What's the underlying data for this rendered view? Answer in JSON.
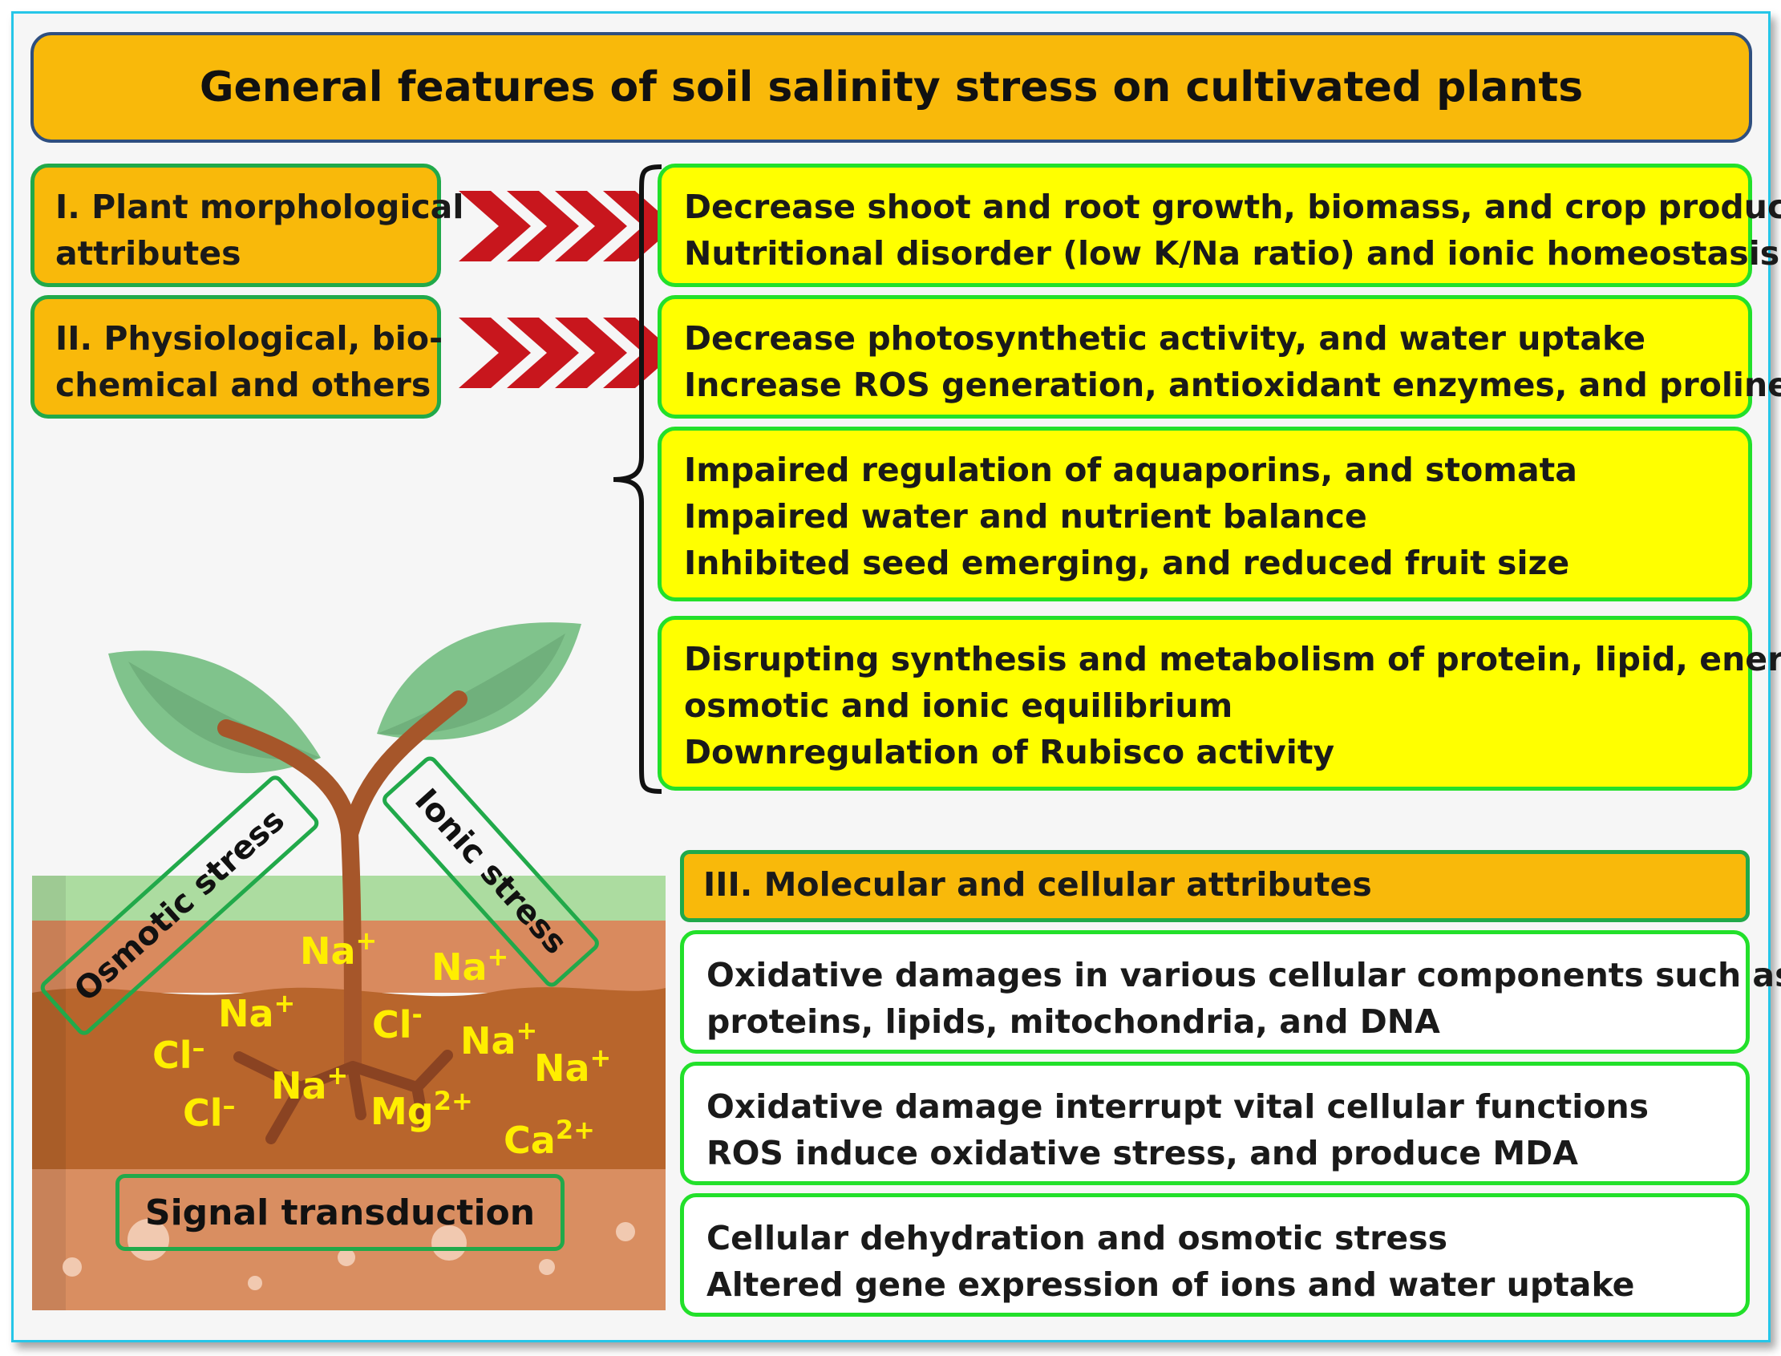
{
  "title": "General features of soil salinity stress on cultivated plants",
  "categories": {
    "morphological": [
      "I. Plant morphological",
      "attributes"
    ],
    "physiological": [
      "II. Physiological, bio-",
      "chemical and others"
    ],
    "molecular": "III. Molecular and cellular attributes"
  },
  "features": [
    [
      "Decrease shoot and root growth, biomass, and crop production",
      "Nutritional disorder (low K/Na ratio) and ionic homeostasis"
    ],
    [
      "Decrease photosynthetic activity, and water uptake",
      "Increase ROS generation, antioxidant enzymes, and proline"
    ],
    [
      "Impaired regulation of aquaporins, and stomata",
      "Impaired water and nutrient balance",
      "Inhibited seed emerging, and reduced fruit size"
    ],
    [
      "Disrupting synthesis and metabolism of protein, lipid, energy,",
      "osmotic and ionic equilibrium",
      "Downregulation of Rubisco activity"
    ]
  ],
  "cellular": [
    [
      "Oxidative damages in various cellular components such as",
      "proteins, lipids, mitochondria, and DNA"
    ],
    [
      "Oxidative damage interrupt vital cellular functions",
      "ROS induce oxidative stress, and produce MDA"
    ],
    [
      "Cellular dehydration and osmotic stress",
      "Altered gene expression of ions and water uptake"
    ]
  ],
  "plant": {
    "osmotic_label": "Osmotic stress",
    "ionic_label": "Ionic stress",
    "signal_label": "Signal transduction",
    "ions": {
      "na": "Na",
      "na_charge": "+",
      "cl": "Cl",
      "cl_charge_minus": "–",
      "cl_charge_dash": "-",
      "mg": "Mg",
      "mg_charge": "2+",
      "ca": "Ca",
      "ca_charge": "2+"
    }
  },
  "colors": {
    "orange": "#f9b90a",
    "yellow": "#ffff00",
    "green_border": "#22e02a",
    "arrow_red": "#c8161d",
    "ion_text": "#ffee00"
  }
}
